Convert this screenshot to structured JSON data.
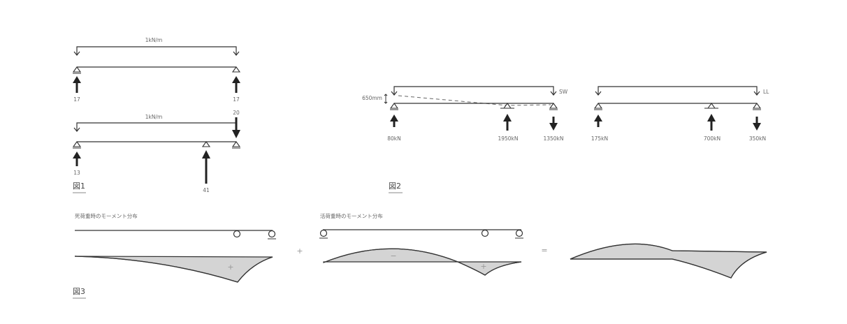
{
  "figure1": {
    "label": "図1",
    "beam_a": {
      "load_label": "1kN/m",
      "reactions": [
        "17",
        "17"
      ]
    },
    "beam_b": {
      "load_label": "1kN/m",
      "point_load": "20",
      "reactions": [
        "13",
        "41"
      ]
    }
  },
  "figure2": {
    "label": "図2",
    "sw_beam": {
      "load_label": "SW",
      "dimension": "650mm",
      "reactions": [
        "80kN",
        "1950kN",
        "1350kN"
      ]
    },
    "ll_beam": {
      "load_label": "LL",
      "reactions": [
        "175kN",
        "700kN",
        "350kN"
      ]
    }
  },
  "figure3": {
    "label": "図3",
    "dead_load": {
      "title": "死荷重時のモーメント分布",
      "sign": "+"
    },
    "live_load": {
      "title": "活荷重時のモーメント分布",
      "sign_neg": "−",
      "sign_pos": "+"
    },
    "plus_operator": "+",
    "equals_operator": "="
  }
}
